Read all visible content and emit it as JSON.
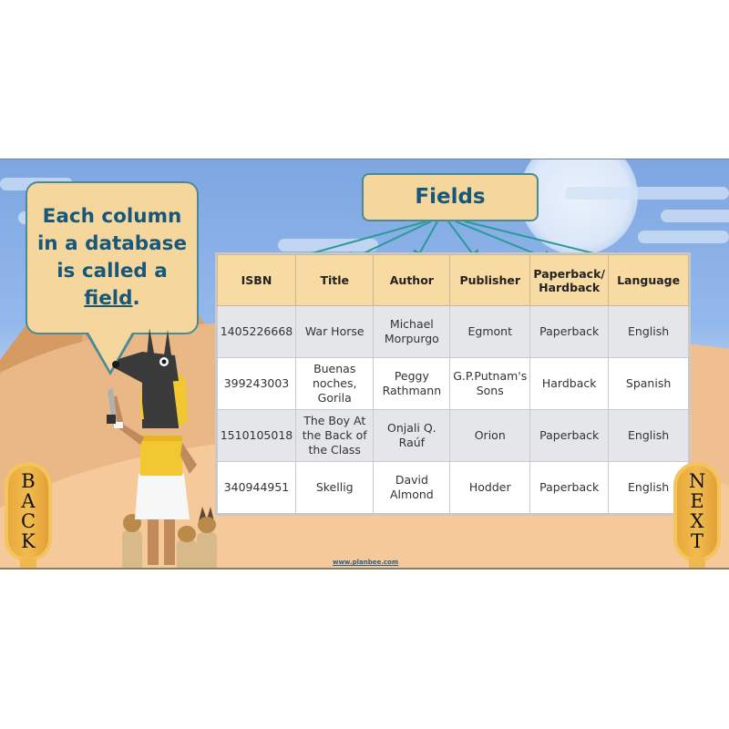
{
  "slide": {
    "callout": {
      "line1": "Each column",
      "line2": "in a database",
      "line3": "is called a",
      "keyword": "field",
      "punct": "."
    },
    "fields_label": "Fields",
    "table": {
      "headers": [
        "ISBN",
        "Title",
        "Author",
        "Publisher",
        "Paperback/ Hardback",
        "Language"
      ],
      "header_lines": {
        "paperback_1": "Paperback/",
        "paperback_2": "Hardback"
      },
      "rows": [
        {
          "isbn": "1405226668",
          "title": [
            "War Horse"
          ],
          "author": [
            "Michael",
            "Morpurgo"
          ],
          "publisher": [
            "Egmont"
          ],
          "format": "Paperback",
          "language": "English"
        },
        {
          "isbn": "399243003",
          "title": [
            "Buenas",
            "noches,",
            "Gorila"
          ],
          "author": [
            "Peggy",
            "Rathmann"
          ],
          "publisher": [
            "G.P.Putnam's",
            "Sons"
          ],
          "format": "Hardback",
          "language": "Spanish"
        },
        {
          "isbn": "1510105018",
          "title": [
            "The Boy At",
            "the Back of",
            "the Class"
          ],
          "author": [
            "Onjali Q.",
            "Raúf"
          ],
          "publisher": [
            "Orion"
          ],
          "format": "Paperback",
          "language": "English"
        },
        {
          "isbn": "340944951",
          "title": [
            "Skellig"
          ],
          "author": [
            "David",
            "Almond"
          ],
          "publisher": [
            "Hodder"
          ],
          "format": "Paperback",
          "language": "English"
        }
      ]
    },
    "nav": {
      "back_letters": [
        "B",
        "A",
        "C",
        "K"
      ],
      "next_letters": [
        "N",
        "E",
        "X",
        "T"
      ],
      "back_label": "BACK",
      "next_label": "NEXT"
    },
    "footer_url": "www.planbee.com"
  },
  "colors": {
    "callout_fill": "#f5d79e",
    "callout_border": "#4a8a96",
    "callout_text": "#17577a",
    "arrow": "#2a9a96",
    "header_fill": "#f8dba2",
    "row_alt": "#e5e6ea",
    "sky": "#7ea6e0",
    "sand": "#f5c99a"
  },
  "icons": {
    "back": "cartouche-back-icon",
    "next": "cartouche-next-icon",
    "character": "anubis-illustration"
  }
}
